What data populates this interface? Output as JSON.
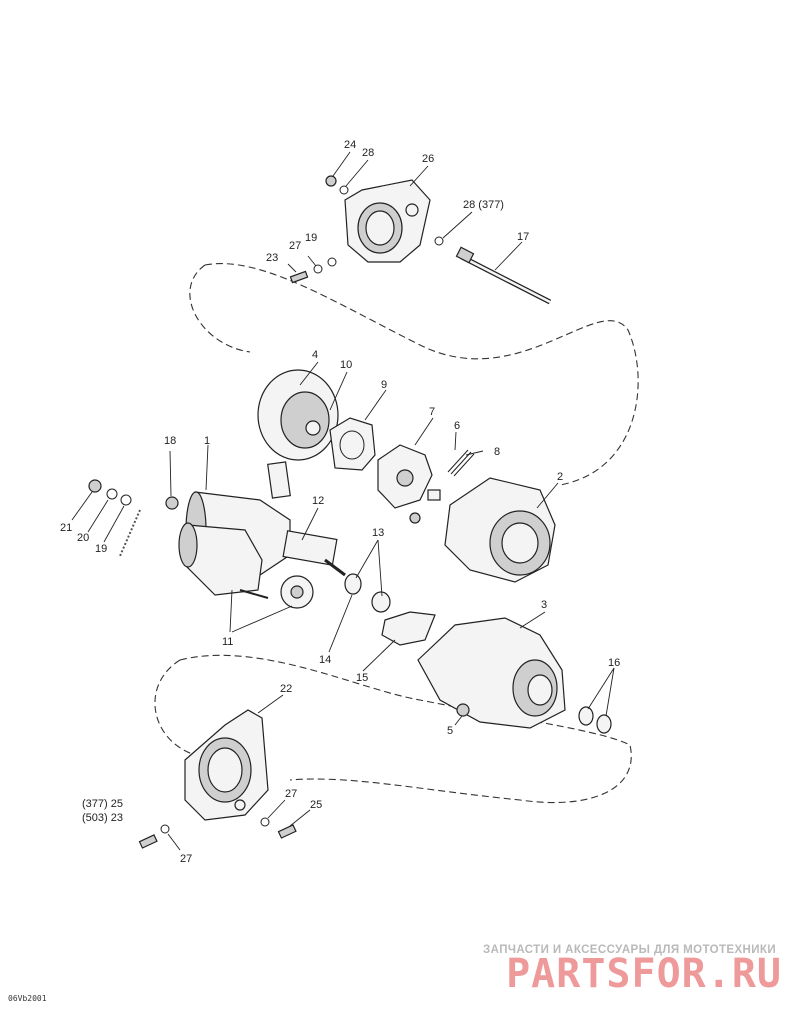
{
  "labels": {
    "p1": "1",
    "p2": "2",
    "p3": "3",
    "p4": "4",
    "p5": "5",
    "p6": "6",
    "p7": "7",
    "p8": "8",
    "p9": "9",
    "p10": "10",
    "p11": "11",
    "p12": "12",
    "p13": "13",
    "p14": "14",
    "p15": "15",
    "p16": "16",
    "p17": "17",
    "p18": "18",
    "p19a": "19",
    "p19b": "19",
    "p20": "20",
    "p21": "21",
    "p22": "22",
    "p23a": "23",
    "p24": "24",
    "p25": "25",
    "p26": "26",
    "p27a": "27",
    "p27b": "27",
    "p27c": "27",
    "p28a": "28",
    "p28b": "28 (377)",
    "p25b": "(377) 25",
    "p23b": "(503) 23"
  },
  "watermark": {
    "tagline": "ЗАПЧАСТИ И АКСЕССУАРЫ ДЛЯ МОТОТЕХНИКИ",
    "logo": "PARTSFOR.RU"
  },
  "drawing_code": "06Vb2001"
}
